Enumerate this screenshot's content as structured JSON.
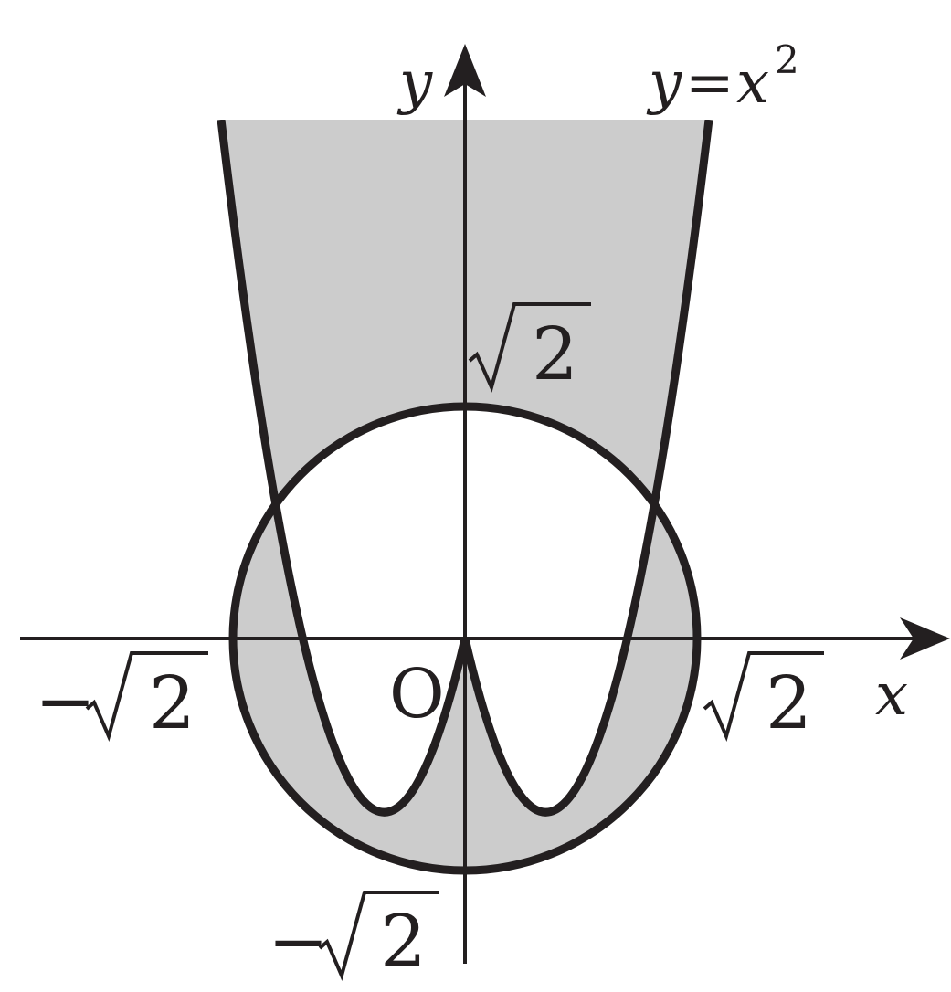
{
  "figure": {
    "colors": {
      "shade": "#cccccc",
      "ink": "#231f20",
      "background": "#ffffff"
    },
    "labels": {
      "x_axis": "x",
      "y_axis": "y",
      "origin": "O",
      "curve_y": "y",
      "curve_eq": "=",
      "curve_x": "x",
      "curve_exp": "2",
      "sqrt_radicand": "2",
      "minus": "−"
    },
    "circle": {
      "radius": "√2"
    },
    "parabola": {
      "equation": "y=x^2"
    }
  }
}
